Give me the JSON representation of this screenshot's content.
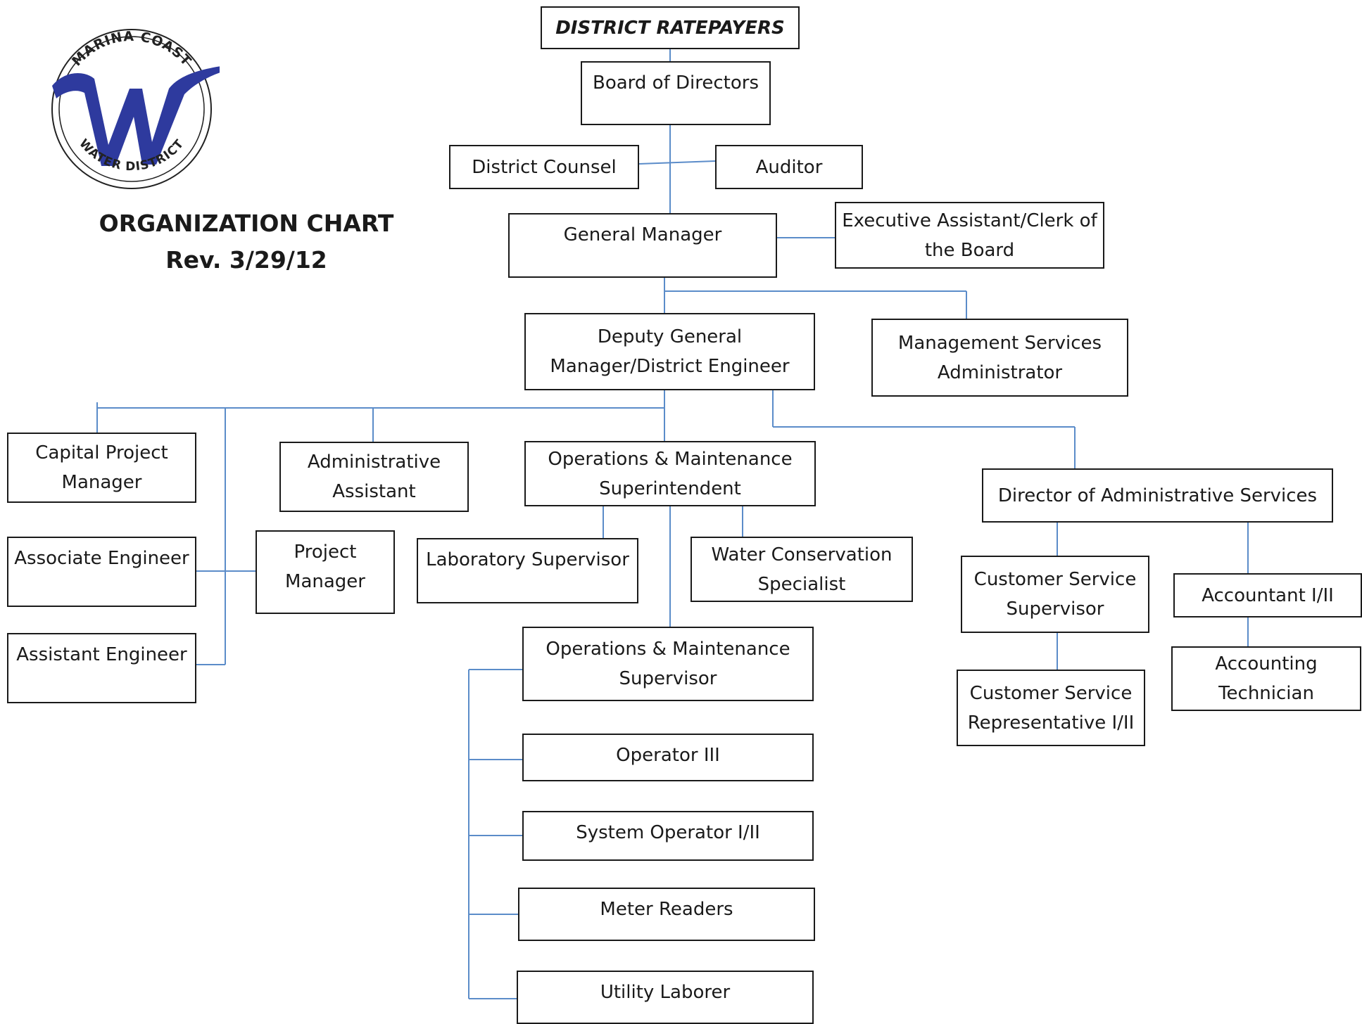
{
  "header": {
    "title": "ORGANIZATION CHART",
    "revision": "Rev. 3/29/12"
  },
  "logo": {
    "text_top": "MARINA COAST",
    "text_bottom": "WATER DISTRICT",
    "letter": "W",
    "color": "#2e3a9e"
  },
  "colors": {
    "connector": "#5b8cc9",
    "border": "#1a1a1a"
  },
  "nodes": [
    {
      "id": "district_ratepayers",
      "lines": [
        "DISTRICT RATEPAYERS"
      ]
    },
    {
      "id": "board_of_directors",
      "lines": [
        "Board of Directors"
      ]
    },
    {
      "id": "district_counsel",
      "lines": [
        "District Counsel"
      ]
    },
    {
      "id": "auditor",
      "lines": [
        "Auditor"
      ]
    },
    {
      "id": "general_manager",
      "lines": [
        "General Manager"
      ]
    },
    {
      "id": "executive_assistant",
      "lines": [
        "Executive Assistant/Clerk of",
        "the Board"
      ]
    },
    {
      "id": "deputy_gm",
      "lines": [
        "Deputy General",
        "Manager/District Engineer"
      ]
    },
    {
      "id": "management_services",
      "lines": [
        "Management Services",
        "Administrator"
      ]
    },
    {
      "id": "capital_project_manager",
      "lines": [
        "Capital Project",
        "Manager"
      ]
    },
    {
      "id": "administrative_assistant",
      "lines": [
        "Administrative",
        "Assistant"
      ]
    },
    {
      "id": "om_superintendent",
      "lines": [
        "Operations & Maintenance",
        "Superintendent"
      ]
    },
    {
      "id": "director_admin_services",
      "lines": [
        "Director of Administrative Services"
      ]
    },
    {
      "id": "associate_engineer",
      "lines": [
        "Associate Engineer"
      ]
    },
    {
      "id": "project_manager",
      "lines": [
        "Project",
        "Manager"
      ]
    },
    {
      "id": "laboratory_supervisor",
      "lines": [
        "Laboratory Supervisor"
      ]
    },
    {
      "id": "water_conservation",
      "lines": [
        "Water Conservation",
        "Specialist"
      ]
    },
    {
      "id": "customer_service_supervisor",
      "lines": [
        "Customer Service",
        "Supervisor"
      ]
    },
    {
      "id": "accountant",
      "lines": [
        "Accountant I/II"
      ]
    },
    {
      "id": "assistant_engineer",
      "lines": [
        "Assistant Engineer"
      ]
    },
    {
      "id": "om_supervisor",
      "lines": [
        "Operations & Maintenance",
        "Supervisor"
      ]
    },
    {
      "id": "customer_service_rep",
      "lines": [
        "Customer Service",
        "Representative I/II"
      ]
    },
    {
      "id": "accounting_technician",
      "lines": [
        "Accounting",
        "Technician"
      ]
    },
    {
      "id": "operator_iii",
      "lines": [
        "Operator III"
      ]
    },
    {
      "id": "system_operator",
      "lines": [
        "System Operator I/II"
      ]
    },
    {
      "id": "meter_readers",
      "lines": [
        "Meter Readers"
      ]
    },
    {
      "id": "utility_laborer",
      "lines": [
        "Utility Laborer"
      ]
    }
  ]
}
